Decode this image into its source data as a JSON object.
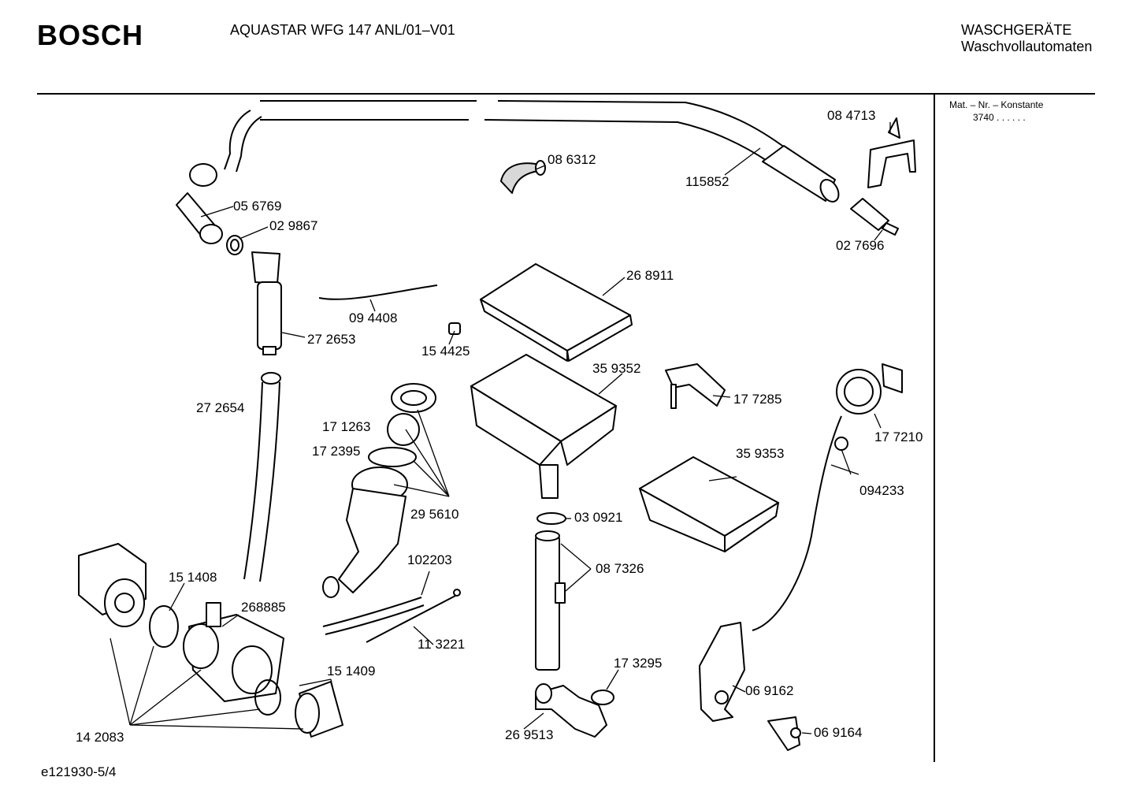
{
  "header": {
    "brand": "BOSCH",
    "model": "AQUASTAR WFG 147 ANL/01–V01",
    "category_line1": "WASCHGERÄTE",
    "category_line2": "Waschvollautomaten"
  },
  "sidebar": {
    "mat_label": "Mat. – Nr. – Konstante",
    "mat_value": "3740 .  .    .  .  .  ."
  },
  "footer": {
    "sheet_ref": "e121930-5/4"
  },
  "parts": [
    {
      "id": "p084713",
      "label": "08 4713"
    },
    {
      "id": "p086312",
      "label": "08 6312"
    },
    {
      "id": "p115852",
      "label": "115852"
    },
    {
      "id": "p056769",
      "label": "05 6769"
    },
    {
      "id": "p029867",
      "label": "02 9867"
    },
    {
      "id": "p027696",
      "label": "02 7696"
    },
    {
      "id": "p268911",
      "label": "26 8911"
    },
    {
      "id": "p094408",
      "label": "09 4408"
    },
    {
      "id": "p272653",
      "label": "27 2653"
    },
    {
      "id": "p154425",
      "label": "15 4425"
    },
    {
      "id": "p359352",
      "label": "35 9352"
    },
    {
      "id": "p177285",
      "label": "17 7285"
    },
    {
      "id": "p272654",
      "label": "27 2654"
    },
    {
      "id": "p171263",
      "label": "17 1263"
    },
    {
      "id": "p172395",
      "label": "17 2395"
    },
    {
      "id": "p177210",
      "label": "17 7210"
    },
    {
      "id": "p359353",
      "label": "35 9353"
    },
    {
      "id": "p295610",
      "label": "29 5610"
    },
    {
      "id": "p094233",
      "label": "094233"
    },
    {
      "id": "p030921",
      "label": "03 0921"
    },
    {
      "id": "p102203",
      "label": "102203"
    },
    {
      "id": "p087326",
      "label": "08 7326"
    },
    {
      "id": "p151408",
      "label": "15 1408"
    },
    {
      "id": "p268885",
      "label": "268885"
    },
    {
      "id": "p113221",
      "label": "11 3221"
    },
    {
      "id": "p173295",
      "label": "17 3295"
    },
    {
      "id": "p151409",
      "label": "15 1409"
    },
    {
      "id": "p069162",
      "label": "06 9162"
    },
    {
      "id": "p142083",
      "label": "14 2083"
    },
    {
      "id": "p269513",
      "label": "26 9513"
    },
    {
      "id": "p069164",
      "label": "06 9164"
    }
  ]
}
